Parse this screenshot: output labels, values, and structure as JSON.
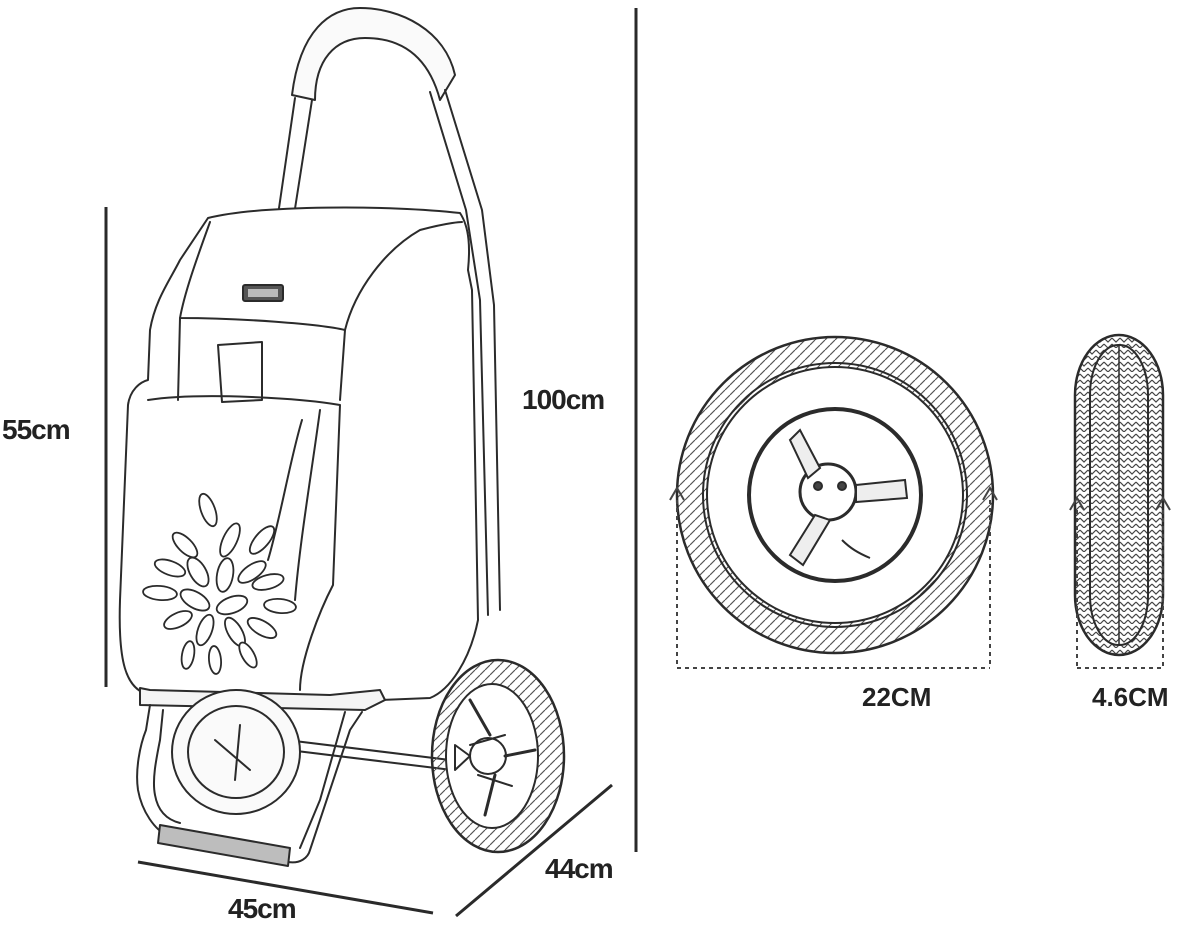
{
  "labels": {
    "height_bag": "55cm",
    "height_total": "100cm",
    "width": "45cm",
    "depth": "44cm",
    "wheel_diameter": "22CM",
    "wheel_width": "4.6CM"
  },
  "colors": {
    "line": "#2b2b2b",
    "dim_line": "#2a2a2a",
    "background": "#ffffff"
  },
  "icons": [
    "shopping-trolley-drawing",
    "wheel-side-drawing",
    "wheel-front-drawing"
  ]
}
